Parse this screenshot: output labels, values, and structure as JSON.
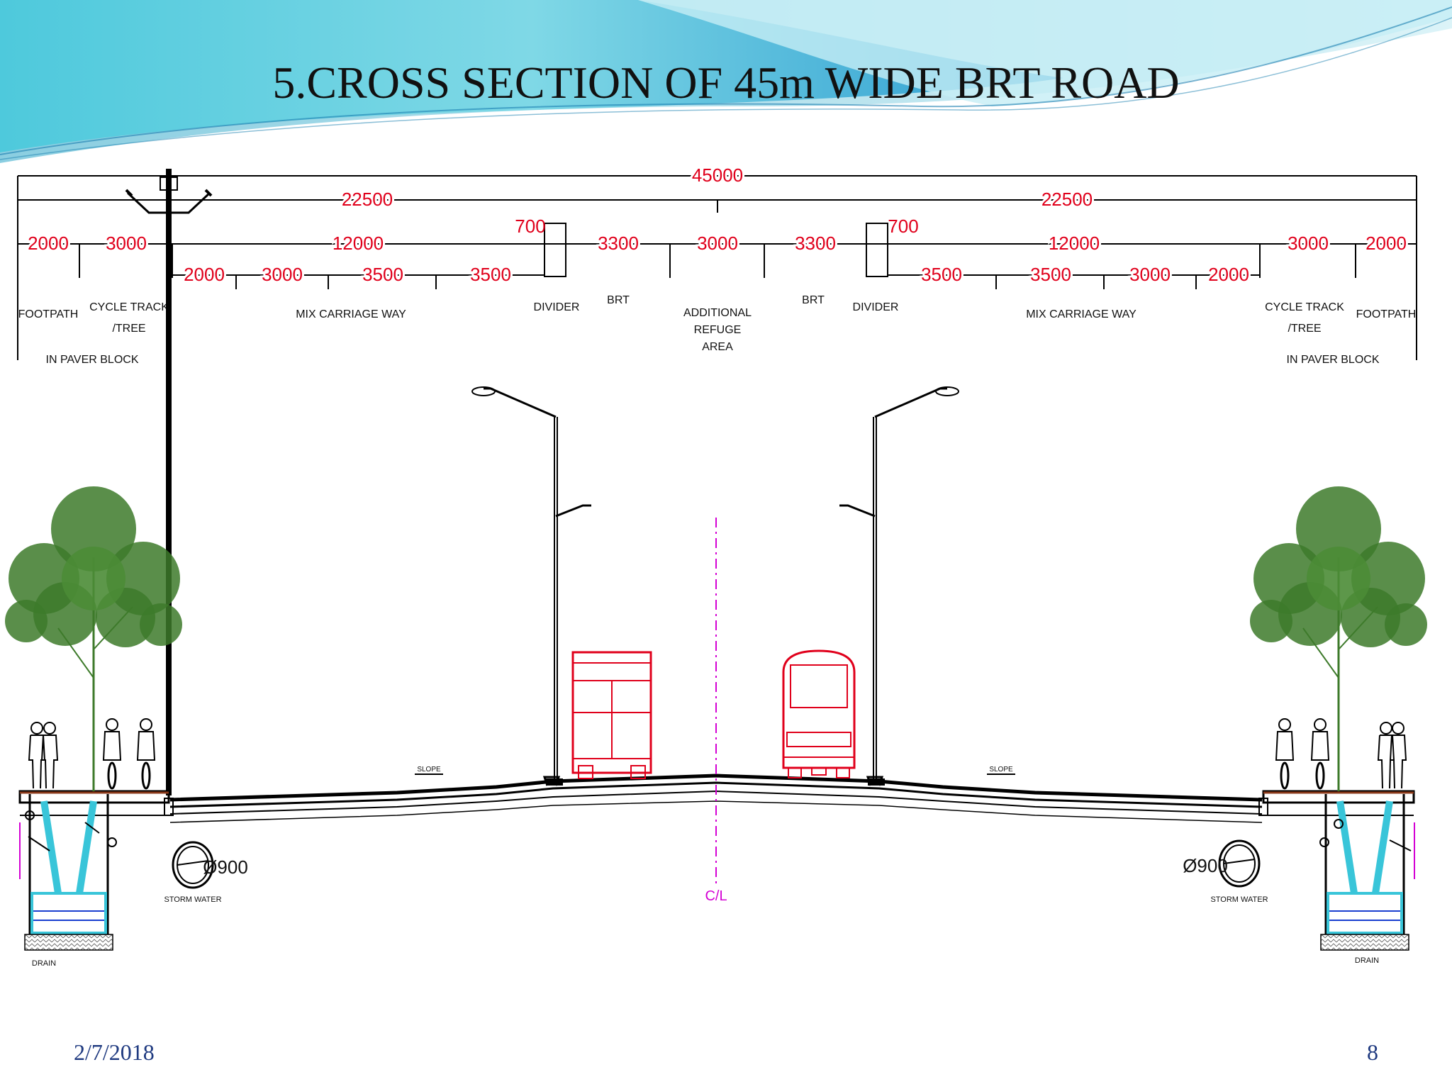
{
  "slide": {
    "title": "5.CROSS SECTION OF 45m WIDE BRT ROAD",
    "date": "2/7/2018",
    "page_number": "8"
  },
  "colors": {
    "dimension_text": "#e0001b",
    "line": "#000000",
    "tree": "#3d7a2a",
    "bus": "#e0001b",
    "drain": "#39c5d9",
    "centerline": "#d400d4"
  },
  "dimensions": {
    "overall": "45000",
    "half_left": "22500",
    "half_right": "22500",
    "left": {
      "footpath": "2000",
      "cycle_track": "3000",
      "carriageway_total": "12000",
      "lane1": "2000",
      "lane2": "3000",
      "lane3": "3500",
      "lane4": "3500",
      "divider": "700",
      "brt": "3300"
    },
    "center": {
      "refuge": "3000"
    },
    "right": {
      "brt": "3300",
      "divider": "700",
      "carriageway_total": "12000",
      "lane1": "3500",
      "lane2": "3500",
      "lane3": "3000",
      "lane4": "2000",
      "cycle_track": "3000",
      "footpath": "2000"
    }
  },
  "labels": {
    "left_footpath": "FOOTPATH",
    "left_cycle_1": "CYCLE TRACK",
    "left_cycle_2": "/TREE",
    "left_paver": "IN PAVER BLOCK",
    "left_carriage": "MIX CARRIAGE WAY",
    "left_divider": "DIVIDER",
    "left_brt": "BRT",
    "refuge_1": "ADDITIONAL",
    "refuge_2": "REFUGE",
    "refuge_3": "AREA",
    "right_brt": "BRT",
    "right_divider": "DIVIDER",
    "right_carriage": "MIX CARRIAGE WAY",
    "right_cycle_1": "CYCLE TRACK",
    "right_cycle_2": "/TREE",
    "right_footpath": "FOOTPATH",
    "right_paver": "IN PAVER BLOCK",
    "left_pipe": "Ø900",
    "right_pipe": "Ø900",
    "left_storm": "STORM WATER",
    "right_storm": "STORM WATER",
    "centerline": "C/L",
    "left_slope": "SLOPE",
    "right_slope": "SLOPE",
    "left_drain": "DRAIN",
    "right_drain": "DRAIN"
  }
}
